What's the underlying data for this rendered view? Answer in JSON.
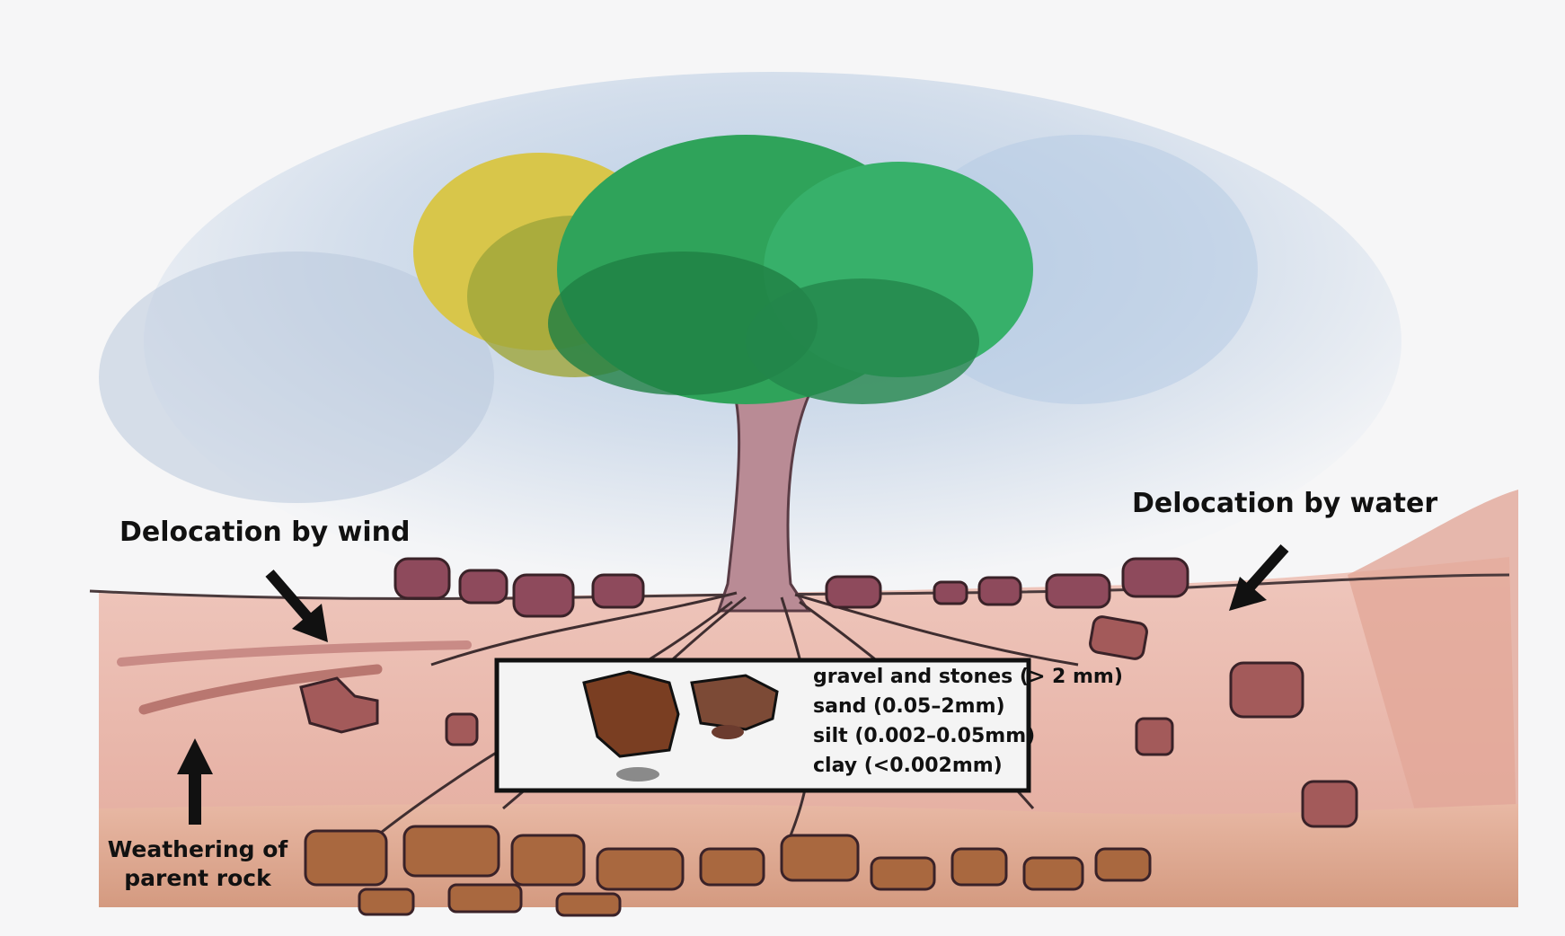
{
  "labels": {
    "wind": "Delocation by wind",
    "water": "Delocation by water",
    "weathering_line1": "Weathering of",
    "weathering_line2": "parent rock"
  },
  "particle_sizes": [
    "gravel and stones (> 2 mm)",
    "sand (0.05–2mm)",
    "silt (0.002–0.05mm)",
    "clay (<0.002mm)"
  ],
  "colors": {
    "sky": "#c9d6e6",
    "soil": "#e8b8ae",
    "bedrock": "#d9a08a",
    "trunk": "#b98b95",
    "canopy_green": "#2fa35a",
    "canopy_yellow": "#d8c64a",
    "arrow": "#111111"
  }
}
